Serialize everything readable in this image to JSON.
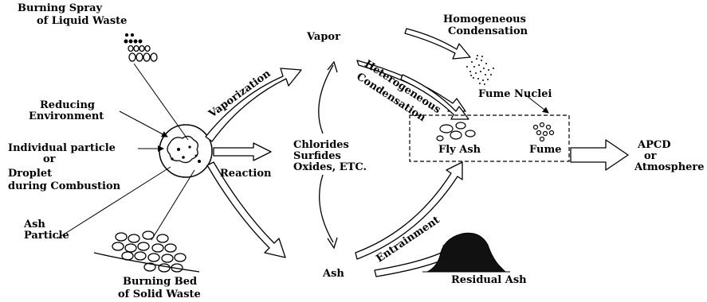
{
  "labels": {
    "burning_spray": [
      "Burning Spray",
      "of Liquid Waste"
    ],
    "reducing_env": [
      "Reducing",
      "Environment"
    ],
    "individual_particle": [
      "Individual particle",
      "or",
      "Droplet",
      "during Combustion"
    ],
    "ash_particle": [
      "Ash",
      "Particle"
    ],
    "burning_bed": [
      "Burning Bed",
      "of Solid Waste"
    ],
    "vaporization": "Vaporization",
    "reaction": "Reaction",
    "vapor": "Vapor",
    "compounds": [
      "Chlorides",
      "Surfides",
      "Oxides, ETC."
    ],
    "ash": "Ash",
    "homogeneous": [
      "Homogeneous",
      "Condensation"
    ],
    "heterogeneous": [
      "Heterogeneous",
      "Condensation"
    ],
    "fume_nuclei": "Fume Nuclei",
    "fly_ash": "Fly Ash",
    "fume": "Fume",
    "apcd": [
      "APCD",
      "or",
      "Atmosphere"
    ],
    "entrainment": "Entrainment",
    "residual_ash": "Residual Ash"
  }
}
